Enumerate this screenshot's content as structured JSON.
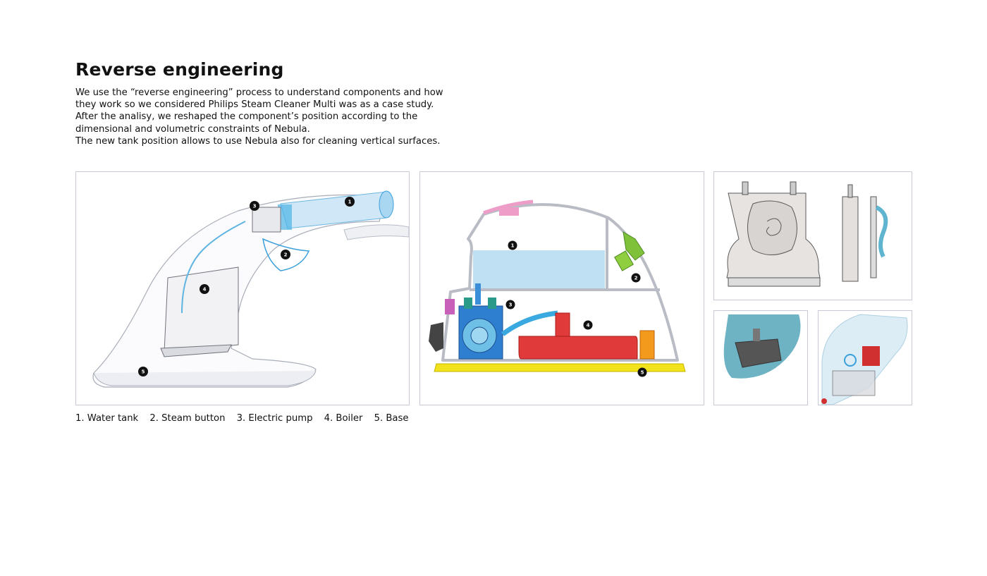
{
  "title": "Reverse engineering",
  "paragraph": [
    "We use the “reverse engineering” process to understand components and how",
    "they work so we considered Philips Steam Cleaner Multi was as a case study.",
    "After the analisy, we reshaped the component’s position according to the",
    "dimensional and volumetric constraints of Nebula.",
    "The new tank position allows to use Nebula also for cleaning vertical surfaces."
  ],
  "markers": [
    "1",
    "2",
    "3",
    "4",
    "5"
  ],
  "legend": [
    "1. Water tank",
    "2. Steam button",
    "3. Electric pump",
    "4. Boiler",
    "5. Base"
  ],
  "colors": {
    "tank": "#bfe0f2",
    "pump": "#2f7fd0",
    "boiler": "#e03a3a",
    "base": "#f2e21c",
    "button": "#7fc23a",
    "panel_border": "#c9c9d6"
  }
}
